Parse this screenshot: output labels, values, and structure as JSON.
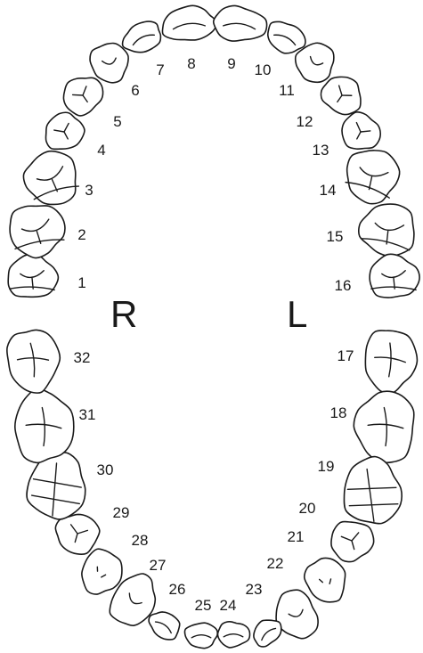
{
  "side_labels": {
    "right": "R",
    "left": "L"
  },
  "teeth": [
    {
      "number": "1"
    },
    {
      "number": "2"
    },
    {
      "number": "3"
    },
    {
      "number": "4"
    },
    {
      "number": "5"
    },
    {
      "number": "6"
    },
    {
      "number": "7"
    },
    {
      "number": "8"
    },
    {
      "number": "9"
    },
    {
      "number": "10"
    },
    {
      "number": "11"
    },
    {
      "number": "12"
    },
    {
      "number": "13"
    },
    {
      "number": "14"
    },
    {
      "number": "15"
    },
    {
      "number": "16"
    },
    {
      "number": "17"
    },
    {
      "number": "18"
    },
    {
      "number": "19"
    },
    {
      "number": "20"
    },
    {
      "number": "21"
    },
    {
      "number": "22"
    },
    {
      "number": "23"
    },
    {
      "number": "24"
    },
    {
      "number": "25"
    },
    {
      "number": "26"
    },
    {
      "number": "27"
    },
    {
      "number": "28"
    },
    {
      "number": "29"
    },
    {
      "number": "30"
    },
    {
      "number": "31"
    },
    {
      "number": "32"
    }
  ]
}
